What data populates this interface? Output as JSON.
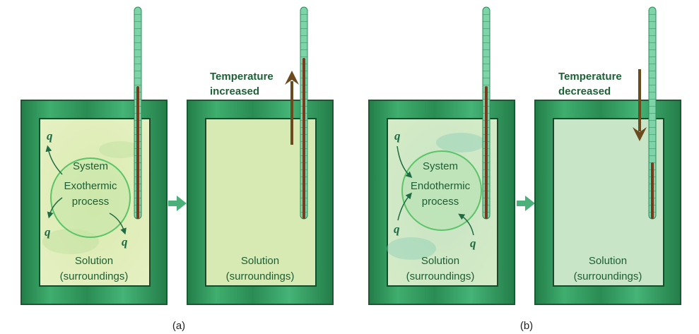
{
  "panels": [
    {
      "caption": "(a)",
      "system_label": "System",
      "process_label_1": "Exothermic",
      "process_label_2": "process",
      "solution_label_1": "Solution",
      "solution_label_2": "(surroundings)",
      "after_solution_label_1": "Solution",
      "after_solution_label_2": "(surroundings)",
      "temperature_label_1": "Temperature",
      "temperature_label_2": "increased",
      "heat_symbol": "q",
      "heat_flow": "out-of-system"
    },
    {
      "caption": "(b)",
      "system_label": "System",
      "process_label_1": "Endothermic",
      "process_label_2": "process",
      "solution_label_1": "Solution",
      "solution_label_2": "(surroundings)",
      "after_solution_label_1": "Solution",
      "after_solution_label_2": "(surroundings)",
      "temperature_label_1": "Temperature",
      "temperature_label_2": "decreased",
      "heat_symbol": "q",
      "heat_flow": "into-system"
    }
  ],
  "colors": {
    "container": "#2e9a5c",
    "solution_a": "#e3eebc",
    "solution_b": "#cfe7c6",
    "mercury": "#7a3a1e",
    "arrow_temp": "#6b4a1e",
    "arrow_step": "#4cb07a"
  }
}
